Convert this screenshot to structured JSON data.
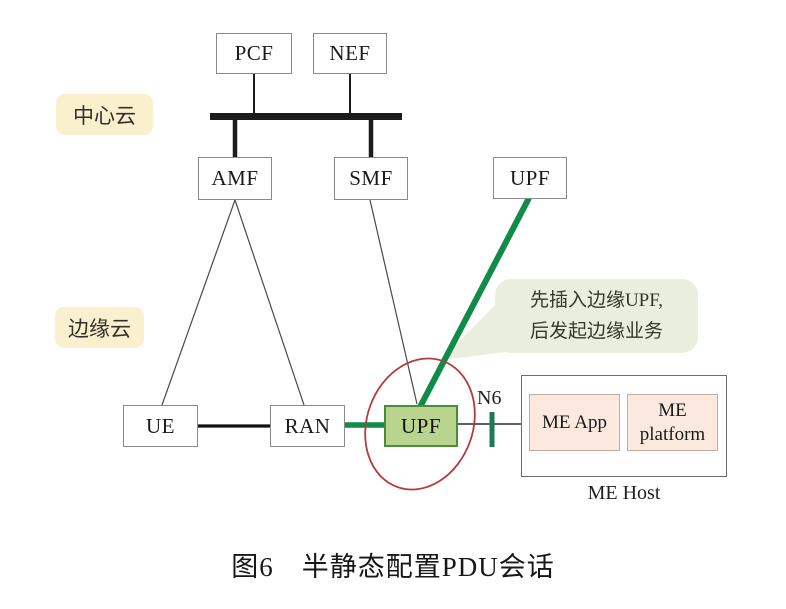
{
  "figure": {
    "caption": "图6　半静态配置PDU会话",
    "regions": {
      "central_cloud": "中心云",
      "edge_cloud": "边缘云"
    },
    "nodes": {
      "pcf": "PCF",
      "nef": "NEF",
      "amf": "AMF",
      "smf": "SMF",
      "upf_central": "UPF",
      "ue": "UE",
      "ran": "RAN",
      "upf_edge": "UPF",
      "me_app": "ME App",
      "me_platform": "ME platform",
      "me_host": "ME Host"
    },
    "links": {
      "n6": "N6"
    },
    "callout": {
      "line1": "先插入边缘UPF,",
      "line2": "后发起边缘业务"
    },
    "colors": {
      "accent_green": "#0e8c48",
      "edge_upf_fill": "#b9d48e",
      "edge_upf_border": "#4c8a3c",
      "highlight_ellipse_red": "#b03c3c",
      "callout_bg": "#e9efdc",
      "region_label_bg": "#fbf0cd",
      "pink_box_fill": "#fbe9e0"
    }
  }
}
